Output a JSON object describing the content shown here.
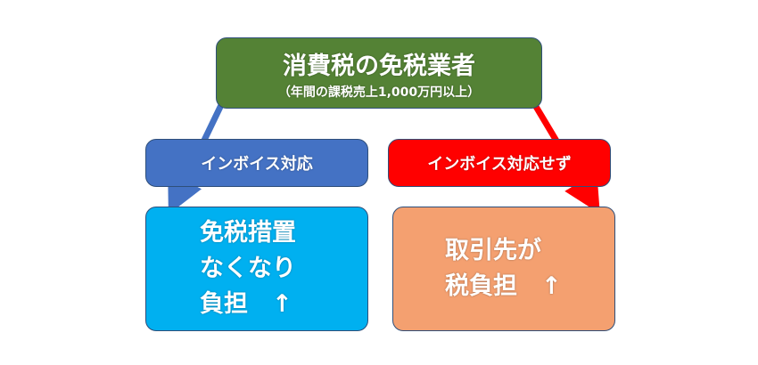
{
  "top": {
    "title": "消費税の免税業者",
    "subtitle": "（年間の課税売上1,000万円以上）",
    "color": "#548235"
  },
  "left": {
    "label": "インボイス対応",
    "color": "#4472C4",
    "result": [
      "免税措置",
      "なくなり",
      "負担　↑"
    ],
    "result_color": "#00B0F0"
  },
  "right": {
    "label": "インボイス対応せず",
    "color": "#FF0000",
    "result": [
      "取引先が",
      "税負担　↑"
    ],
    "result_color": "#F4A070"
  }
}
